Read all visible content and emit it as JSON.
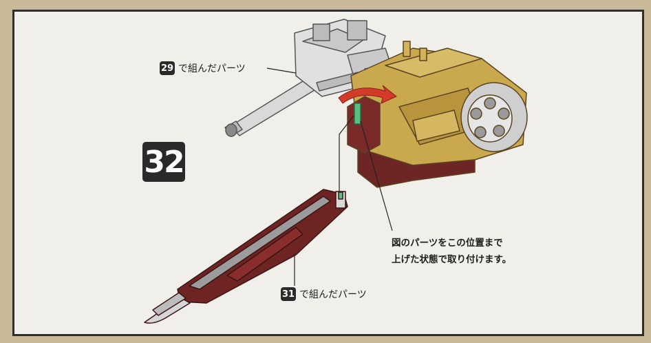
{
  "step": {
    "number": "32"
  },
  "callouts": {
    "top": {
      "ref": "29",
      "text": "で組んだパーツ"
    },
    "bottom": {
      "ref": "31",
      "text": "で組んだパーツ"
    }
  },
  "note": {
    "line1": "図のパーツをこの位置まで",
    "line2": "上げた状態で取り付けます。"
  },
  "colors": {
    "gold": "#c4a24a",
    "maroon": "#6e2525",
    "gray": "#d7d7d7",
    "arrow": "#d23a2a",
    "green": "#5bbf80"
  }
}
